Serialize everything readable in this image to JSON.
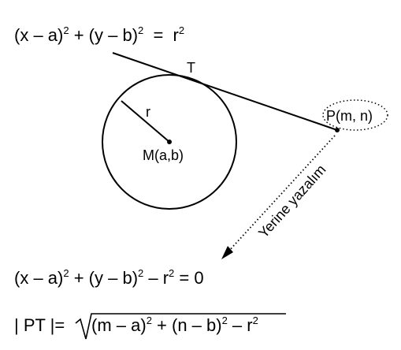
{
  "equation_top": {
    "part1": "(x – a)",
    "exp1": "2",
    "part2": " + (y – b)",
    "exp2": "2",
    "part3": "  =  r",
    "exp3": "2"
  },
  "diagram": {
    "tangent_point_label": "T",
    "radius_label": "r",
    "center_label": "M(a,b)",
    "external_point_label": "P(m, n)",
    "arrow_caption": "Yerine yazalım"
  },
  "equation_middle": {
    "part1": "(x – a)",
    "exp1": "2",
    "part2": " + (y – b)",
    "exp2": "2",
    "part3": " – r",
    "exp3": "2",
    "part4": " = 0"
  },
  "equation_bottom": {
    "lhs": "| PT |= ",
    "radicand_part1": "(m – a)",
    "exp1": "2",
    "radicand_part2": " + (n – b)",
    "exp2": "2",
    "radicand_part3": " – r",
    "exp3": "2"
  }
}
